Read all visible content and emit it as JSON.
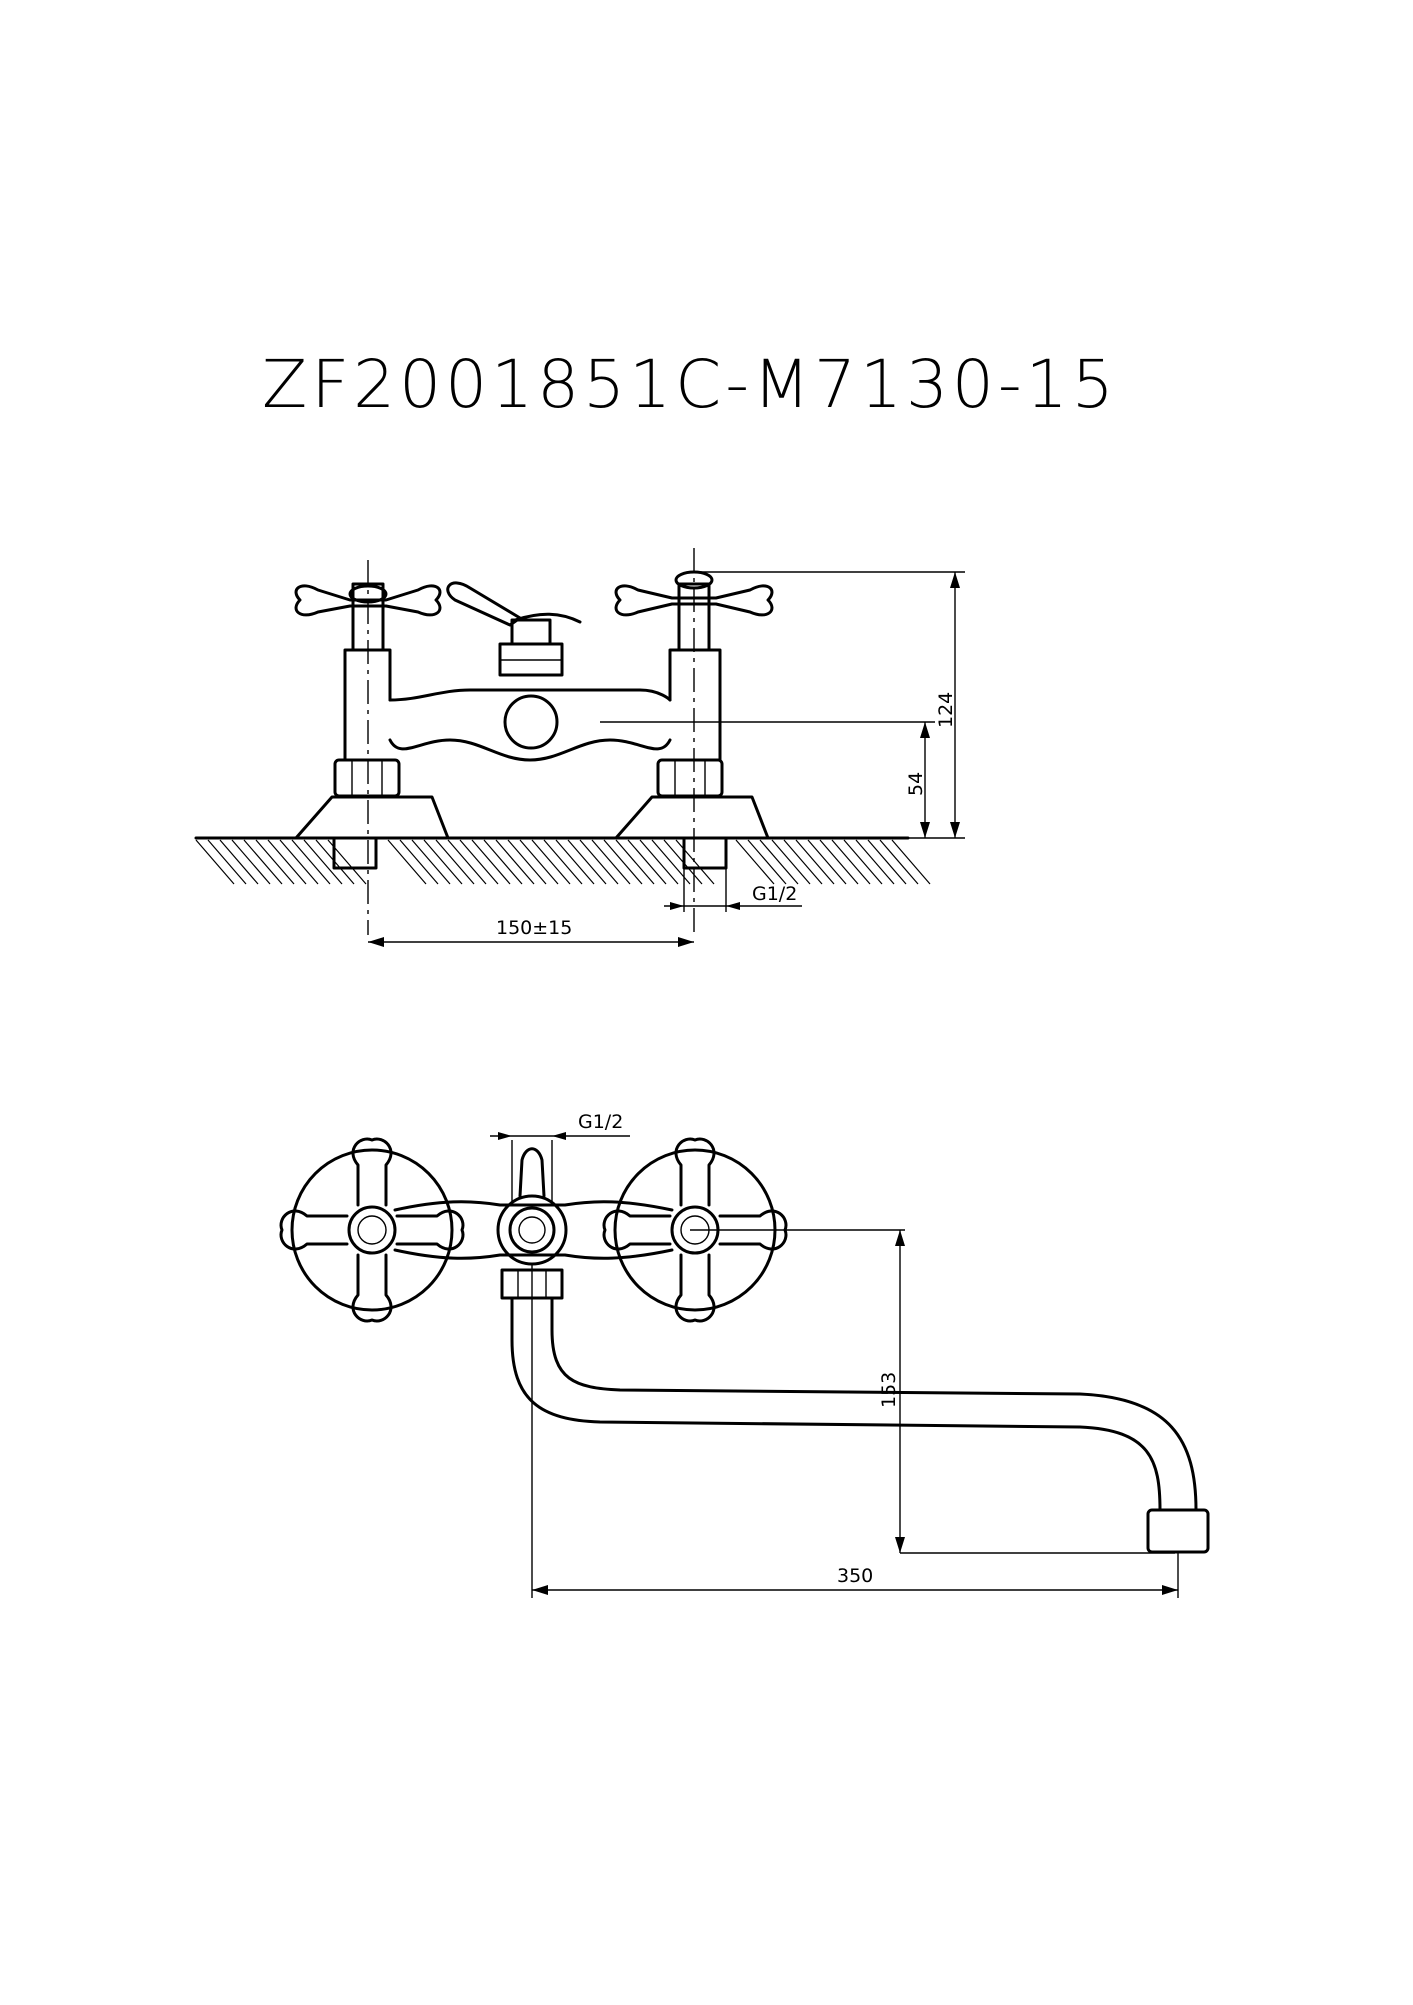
{
  "drawing": {
    "model_code": "ZF2001851C-M7130-15"
  },
  "front_view": {
    "dim_height_total": "124",
    "dim_height_axis": "54",
    "dim_centers": "150±15",
    "dim_thread": "G1/2"
  },
  "top_view": {
    "dim_thread": "G1/2",
    "dim_spout_offset": "153",
    "dim_spout_length": "350"
  }
}
